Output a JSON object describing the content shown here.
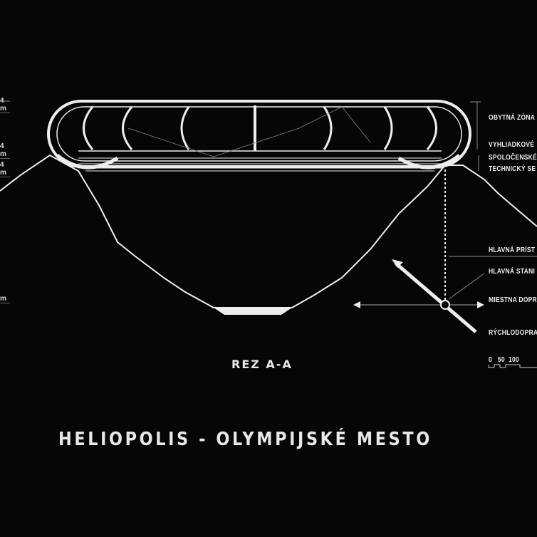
{
  "left_levels": [
    "4 m",
    "4 m",
    "4 m",
    "m"
  ],
  "right_labels": [
    "OBYTNÁ ZÓNA",
    "VYHLIADKOVÉ",
    "SPOLOČENSKÉ",
    "TECHNICKÝ SE",
    "HLAVNÁ PRÍST",
    "HLAVNÁ STANI",
    "MIESTNA DOPR",
    "RÝCHLODOPRA"
  ],
  "scale": {
    "label": "0   50  100"
  },
  "section_title": "REZ A-A",
  "main_title": "HELIOPOLIS - OLYMPIJSKÉ MESTO",
  "colors": {
    "background": "#060606",
    "line": "#eeeeee"
  }
}
